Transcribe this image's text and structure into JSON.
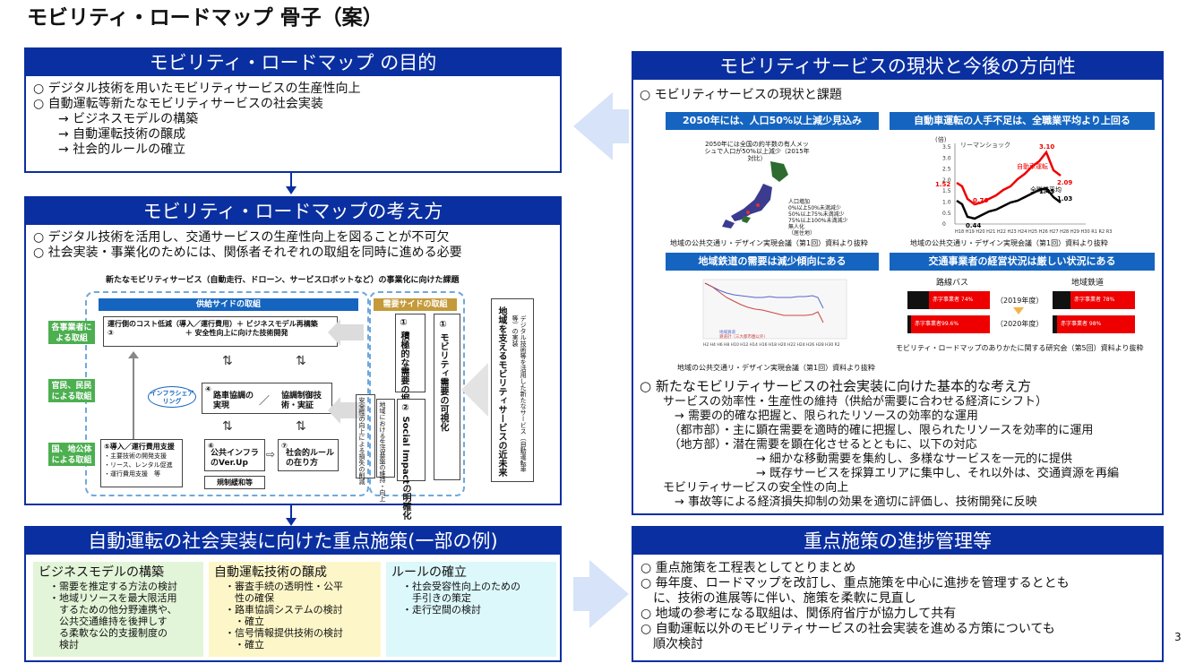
{
  "page_title": "モビリティ・ロードマップ 骨子（案）",
  "page_number": "3",
  "purpose": {
    "header": "モビリティ・ロードマップ の目的",
    "lines": [
      "○ デジタル技術を用いたモビリティサービスの生産性向上",
      "○ 自動運転等新たなモビリティサービスの社会実装",
      "　　→ ビジネスモデルの構築",
      "　　→ 自動運転技術の醸成",
      "　　→ 社会的ルールの確立"
    ]
  },
  "approach": {
    "header": "モビリティ・ロードマップの考え方",
    "lines": [
      "○ デジタル技術を活用し、交通サービスの生産性向上を図ることが不可欠",
      "○ 社会実装・事業化のためには、関係者それぞれの取組を同時に進める必要"
    ],
    "diagram": {
      "title": "新たなモビリティサービス（自動走行、ドローン、サービスロボットなど）の事業化に向けた課題",
      "supply_label": "供給サイドの取組",
      "demand_label": "需要サイドの取組",
      "actors": [
        "各事業者による取組",
        "官民、民民による取組",
        "国、地公体による取組"
      ],
      "box3_line1": "運行側のコスト低減（導入／運行費用）＋ ビジネスモデル再構築",
      "box3_line2": "③　　　　　　　　　　＋ 安全性向上に向けた技術開発",
      "infra_sharing": "インフラシェアリング",
      "box4_num": "④",
      "box4_a": "路車協調の実現",
      "box4_slash": "／",
      "box4_b": "協調制御技術・実証",
      "box5_title": "⑤導入／運行費用支援",
      "box5_items": [
        "・主要技術の開発支援",
        "・リース、レンタル促進",
        "・運行費用支援　等"
      ],
      "box6_num": "⑥",
      "box6_title": "公共インフラのVer.Up",
      "box7_num": "⑦",
      "box7_title": "社会的ルールの在り方",
      "regulation": "規制緩和等",
      "demand1": "① 積極的な需要の掘り起こし",
      "demand2": "② Social Impactの明確化",
      "demand_sub_a": "地域における生活基盤の維持・向上",
      "demand_sub_b": "安全性の向上による損失の削減",
      "visual1": "① モビリティ需要の可視化",
      "future_title": "地域を支えるモビリティサービスの近未来",
      "future_sub": "デジタル技術等を活用した新たなサービス（自動運転車等）の実装"
    }
  },
  "measures": {
    "header": "自動運転の社会実装に向けた重点施策(一部の例)",
    "cols": [
      {
        "title": "ビジネスモデルの構築",
        "items": [
          "・需要を推定する方法の検討",
          "・地域リソースを最大限活用",
          "　するための他分野連携や、",
          "　公共交通維持を後押しす",
          "　る柔軟な公的支援制度の",
          "　検討"
        ]
      },
      {
        "title": "自動運転技術の醸成",
        "items": [
          "・審査手続の透明性・公平",
          "　性の確保",
          "・路車協調システムの検討",
          "　・確立",
          "・信号情報提供技術の検討",
          "　・確立"
        ]
      },
      {
        "title": "ルールの確立",
        "items": [
          "・社会受容性向上のための",
          "　手引きの策定",
          "・走行空間の検討"
        ]
      }
    ]
  },
  "status": {
    "header": "モビリティサービスの現状と今後の方向性",
    "sub1": "○ モビリティサービスの現状と課題",
    "chart_titles": [
      "2050年には、人口50%以上減少見込み",
      "自動車運転の人手不足は、全職業平均より上回る",
      "地域鉄道の需要は減少傾向にある",
      "交通事業者の経営状況は厳しい状況にある"
    ],
    "map_caption": "2050年には全国の約半数の有人メッシュで人口が50%以上減少（2015年対比）",
    "map_legend": [
      "人口増加",
      "0%以上50%未満減少",
      "50%以上75%未満減少",
      "75%以上100%未満減少",
      "無人化",
      "（居住地）"
    ],
    "source_left": "地域の公共交通リ・デザイン実現会議（第1回）資料より抜粋",
    "source_right": "地域の公共交通リ・デザイン実現会議（第1回）資料より抜粋",
    "source_rail": "地域の公共交通リ・デザイン実現会議（第1回）資料より抜粋",
    "source_finance": "モビリティ・ロードマップのありかたに関する研究会（第5回）資料より抜粋",
    "labor_chart": {
      "unit": "(倍)",
      "annotation": "リーマンショック",
      "series_driver": "自動車運転",
      "series_all": "全職業平均",
      "yticks": [
        "3.5",
        "3.0",
        "2.5",
        "2.0",
        "1.5",
        "1.0",
        "0.5",
        "0"
      ],
      "labels": [
        "1.52",
        "0.76",
        "0.44",
        "3.10",
        "2.09",
        "1.45",
        "1.03"
      ],
      "xaxis": "H18 H19 H20 H21 H22 H23 H24 H25 H26 H27 H28 H29 H30 R1 R2 R3"
    },
    "rail_chart": {
      "xaxis": "H2 H4 H6 H8 H10 H12 H14 H16 H18 H20 H22 H24 H26 H28 H30 R2",
      "legend": [
        "地域鉄道",
        "鉄道計（三大都市圏以外）"
      ]
    },
    "finance": {
      "bus": "路線バス",
      "rail": "地域鉄道",
      "year1": "（2019年度）",
      "year2": "（2020年度）",
      "bus2019": "赤字事業者 74%",
      "rail2019": "赤字事業者 78%",
      "bus2020": "赤字事業者99.6%",
      "rail2020": "赤字事業者 98%"
    },
    "sub2": "○ 新たなモビリティサービスの社会実装に向けた基本的な考え方",
    "lines": [
      "　　サービスの効率性・生産性の維持（供給が需要に合わせる経済にシフト）",
      "　　　→ 需要の的確な把握と、限られたリソースの効率的な運用",
      "　　　（都市部）・主に顕在需要を適時的確に把握し、限られたリソースを効率的に運用",
      "　　　（地方部）・潜在需要を顕在化させるとともに、以下の対応",
      "　　　　　　　　　　→ 細かな移動需要を集約し、多様なサービスを一元的に提供",
      "　　　　　　　　　　→ 既存サービスを採算エリアに集中し、それ以外は、交通資源を再編",
      "　　モビリティサービスの安全性の向上",
      "　　　→ 事故等による経済損失抑制の効果を適切に評価し、技術開発に反映"
    ]
  },
  "progress": {
    "header": "重点施策の進捗管理等",
    "lines": [
      "○ 重点施策を工程表としてとりまとめ",
      "○ 毎年度、ロードマップを改訂し、重点施策を中心に進捗を管理するととも",
      "　に、技術の進展等に伴い、施策を柔軟に見直し",
      "○ 地域の参考になる取組は、関係府省庁が協力して共有",
      "○ 自動運転以外のモビリティサービスの社会実装を進める方策についても",
      "　順次検討"
    ]
  },
  "colors": {
    "header_blue": "#0a2fa0",
    "green": "#e3f5d8",
    "yellow": "#fdf6c8",
    "cyan": "#dcf8fb"
  }
}
